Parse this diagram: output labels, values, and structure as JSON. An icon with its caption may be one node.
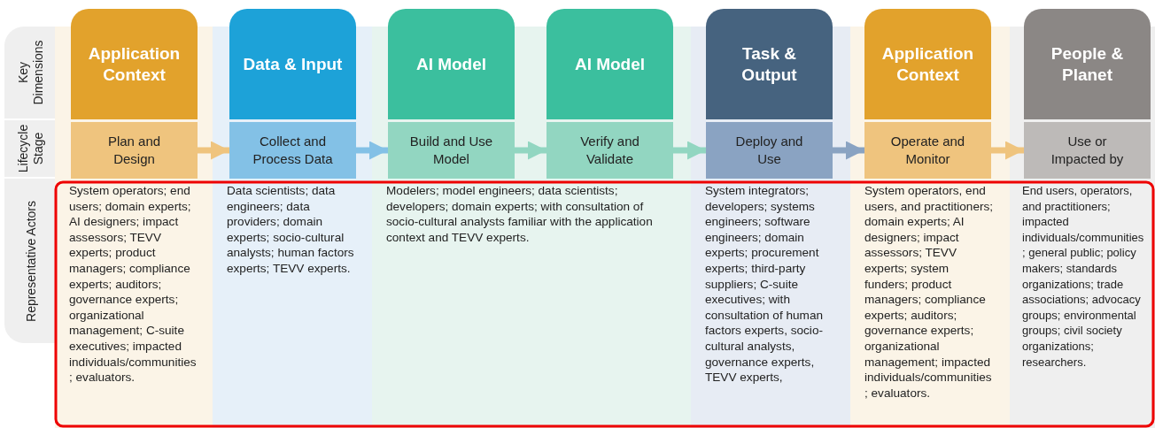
{
  "diagram": {
    "nodes": [
      {
        "text": [
          "Application Context"
        ]
      },
      {
        "text": [
          "Data & Input"
        ]
      },
      {
        "text": [
          "AI Model"
        ]
      },
      {
        "text": [
          "AI Model"
        ]
      },
      {
        "text": [
          "Task & Output"
        ]
      },
      {
        "text": [
          "Application Context"
        ]
      },
      {
        "text": [
          "People & Planet"
        ]
      },
      {
        "text": [
          "Plan and Design"
        ]
      },
      {
        "text": [
          "Collect and Process Data"
        ]
      },
      {
        "text": [
          "Build and Use Model"
        ]
      },
      {
        "text": [
          "Verify and Validate"
        ]
      },
      {
        "text": [
          "Deploy and Use"
        ]
      },
      {
        "text": [
          "Operate and Monitor"
        ]
      },
      {
        "text": [
          "Use or Impacted by"
        ]
      },
      {
        "text": [
          "System operators; end users; domain experts; AI designers; impact assessors; TEVV experts; product managers; compliance experts; auditors; governance experts; organizational management; C-suite executives; impacted individuals/communities; evaluators."
        ]
      },
      {
        "text": [
          "Data scientists; data engineers; data providers; domain experts; socio-cultural analysts; human factors experts; TEVV experts."
        ]
      },
      {
        "text": [
          "Modelers; model engineers; data scientists; developers; domain experts; with consultation of socio-cultural analysts familiar with the application context and TEVV experts."
        ]
      },
      {
        "text": [
          "System integrators; developers; systems engineers; software engineers; domain experts; procurement experts; third-party suppliers; C-suite executives; with consultation of human factors experts, socio-cultural analysts, governance experts, TEVV experts,"
        ]
      },
      {
        "text": [
          "System operators, end users, and practitioners; domain experts; AI designers; impact assessors; TEVV experts; system funders; product managers; compliance experts; auditors; governance experts; organizational management; impacted individuals/communities; evaluators."
        ]
      },
      {
        "text": [
          "End users, operators, and practitioners; impacted individuals/communities; general public; policy makers; standards organizations; trade associations; advocacy groups; environmental groups; civil society organizations; researchers."
        ]
      }
    ],
    "edges": [
      {
        "from": 7,
        "to": 8,
        "arrow": "to",
        "color": "#efc47e"
      },
      {
        "from": 8,
        "to": 9,
        "arrow": "to",
        "color": "#83c1e6"
      },
      {
        "from": 9,
        "to": 10,
        "arrow": "to",
        "color": "#92d6c1"
      },
      {
        "from": 10,
        "to": 11,
        "arrow": "to",
        "color": "#92d6c1"
      },
      {
        "from": 11,
        "to": 12,
        "arrow": "to",
        "color": "#8aa3c2"
      },
      {
        "from": 12,
        "to": 13,
        "arrow": "to",
        "color": "#efc47e"
      }
    ],
    "labels": [
      "Key Dimensions",
      "Lifecycle Stage",
      "Representative Actors"
    ]
  }
}
